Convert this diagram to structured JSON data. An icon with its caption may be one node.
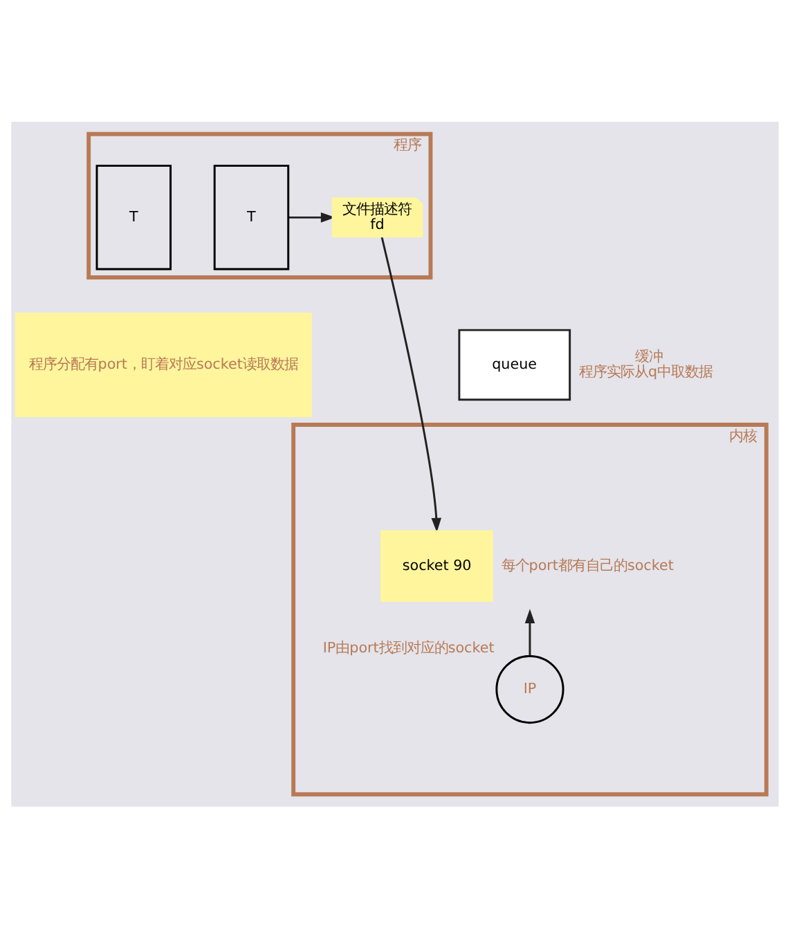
{
  "diagram": {
    "nodes": [
      {
        "text": [
          "程序"
        ]
      },
      {
        "text": [
          "文件描述符",
          "fd"
        ],
        "in": 0
      },
      {
        "text": [
          "T"
        ],
        "in": 0
      },
      {
        "text": [
          "T"
        ],
        "in": 0
      },
      {
        "text": [
          "程序分配有port，盯着对应socket读取数据"
        ]
      },
      {
        "text": [
          "queue"
        ],
        "beside": [
          "缓冲",
          "程序实际从q中取数据"
        ]
      },
      {
        "text": [
          "内核"
        ]
      },
      {
        "text": [
          "socket 90"
        ],
        "in": 6,
        "beside": [
          "每个port都有自己的socket"
        ]
      },
      {
        "text": [
          "IP"
        ],
        "in": 6,
        "beside": [
          "IP由port找到对应的socket"
        ]
      }
    ],
    "edges": [
      {
        "from": 2,
        "to": 1,
        "arrow": "to"
      },
      {
        "from": 1,
        "to": 7,
        "arrow": "to"
      },
      {
        "from": 8,
        "to": 7,
        "arrow": "to"
      }
    ]
  }
}
